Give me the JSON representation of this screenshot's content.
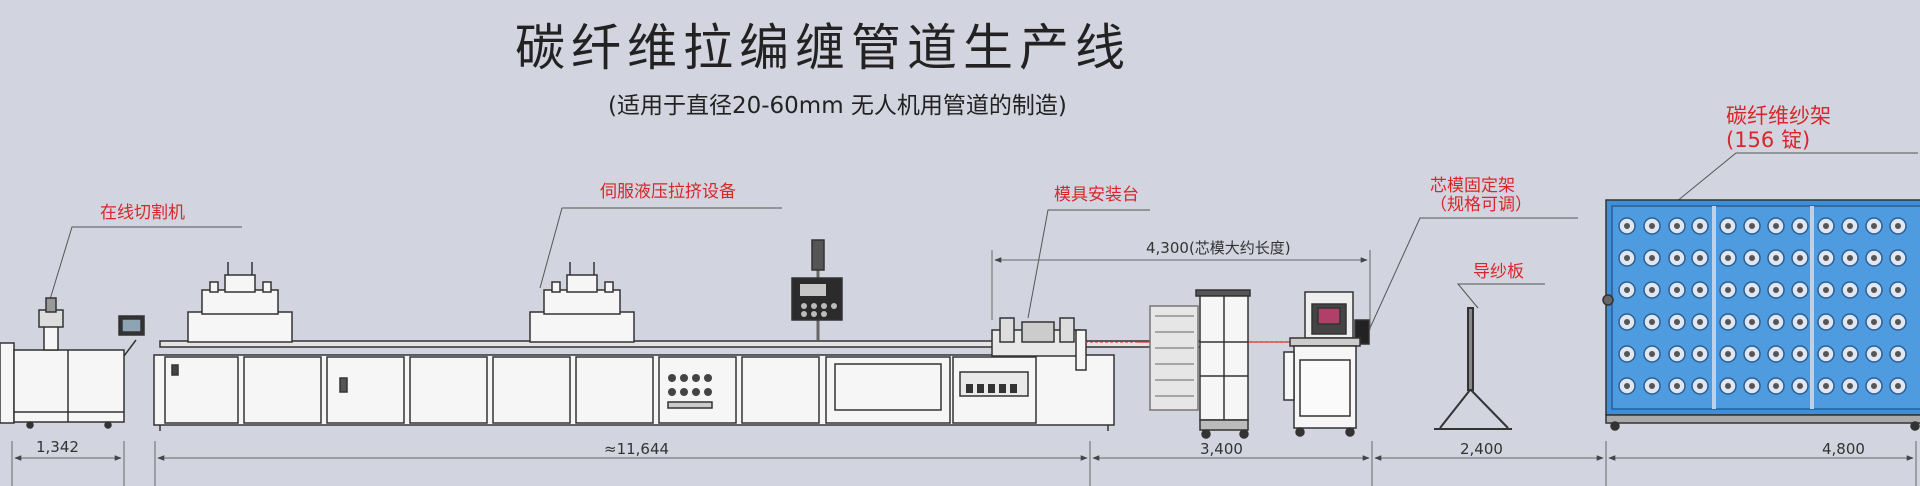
{
  "header": {
    "title": "碳纤维拉编缠管道生产线",
    "subtitle": "(适用于直径20-60mm 无人机用管道的制造)"
  },
  "labels": {
    "cutter": "在线切割机",
    "pultrusion": "伺服液压拉挤设备",
    "mold_table": "模具安装台",
    "mandrel_line1": "芯模固定架",
    "mandrel_line2": "（规格可调）",
    "guide_plate": "导纱板",
    "creel_line1": "碳纤维纱架",
    "creel_line2": "(156 锭)"
  },
  "dimensions": {
    "d1": "1,342",
    "d2": "≈11,644",
    "d3": "3,400",
    "d4": "2,400",
    "d5": "4,800",
    "mandrel_length": "4,300(芯模大约长度)"
  },
  "colors": {
    "background": "#d2d5df",
    "label": "#d8262a",
    "machine_fill": "#f6f6f6",
    "machine_stroke": "#333333",
    "creel_blue": "#3f8fd8"
  }
}
